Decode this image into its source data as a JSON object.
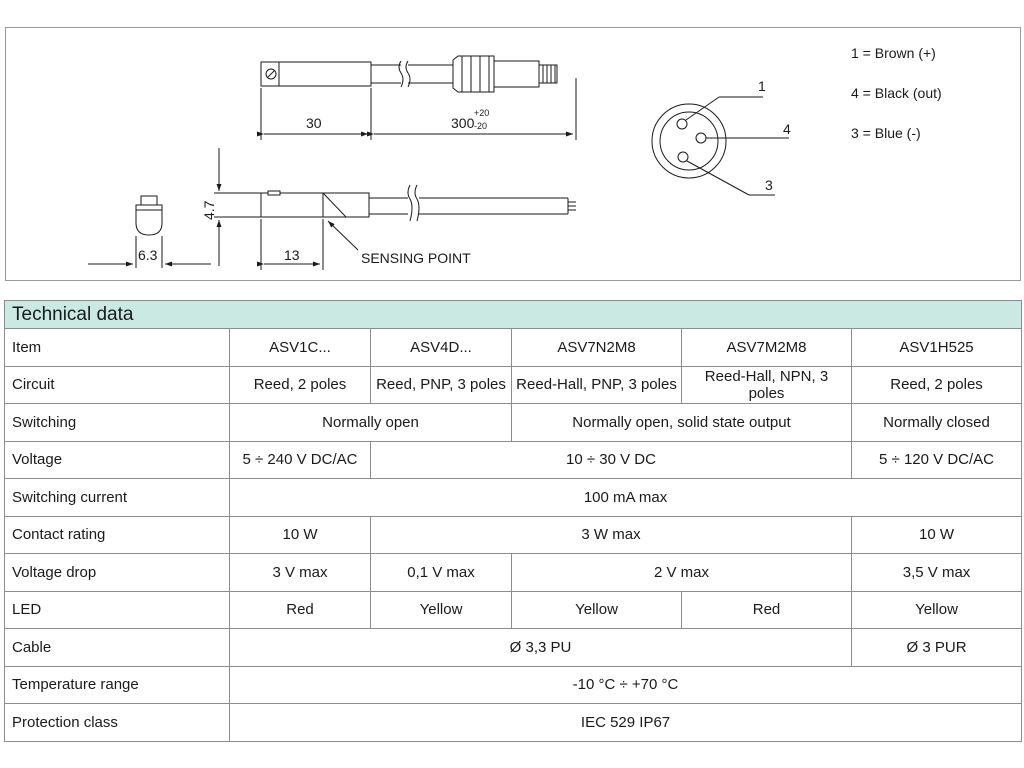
{
  "drawing": {
    "dim_length": "30",
    "dim_cable": "300",
    "dim_cable_tol_upper": "+20",
    "dim_cable_tol_lower": "-20",
    "dim_height": "4.7",
    "dim_width": "6.3",
    "dim_offset": "13",
    "sensing_point": "SENSING POINT",
    "pin_1": "1",
    "pin_4": "4",
    "pin_3": "3",
    "legend": [
      "1 = Brown (+)",
      "4 = Black (out)",
      "3 = Blue (-)"
    ]
  },
  "table": {
    "title": "Technical data",
    "rows": [
      {
        "label": "Item",
        "cells": [
          "ASV1C...",
          "ASV4D...",
          "ASV7N2M8",
          "ASV7M2M8",
          "ASV1H525"
        ]
      },
      {
        "label": "Circuit",
        "cells": [
          "Reed, 2 poles",
          "Reed, PNP, 3 poles",
          "Reed-Hall, PNP, 3 poles",
          "Reed-Hall, NPN, 3 poles",
          "Reed, 2 poles"
        ]
      },
      {
        "label": "Switching",
        "cells": [
          "Normally open",
          "Normally open, solid state output",
          "Normally closed"
        ]
      },
      {
        "label": "Voltage",
        "cells": [
          "5 ÷ 240 V DC/AC",
          "10 ÷ 30 V DC",
          "5 ÷ 120 V DC/AC"
        ]
      },
      {
        "label": "Switching current",
        "cells": [
          "100 mA max"
        ]
      },
      {
        "label": "Contact rating",
        "cells": [
          "10 W",
          "3 W max",
          "10 W"
        ]
      },
      {
        "label": "Voltage drop",
        "cells": [
          "3 V max",
          "0,1 V max",
          "2 V max",
          "3,5 V max"
        ]
      },
      {
        "label": "LED",
        "cells": [
          "Red",
          "Yellow",
          "Yellow",
          "Red",
          "Yellow"
        ]
      },
      {
        "label": "Cable",
        "cells": [
          "Ø 3,3 PU",
          "Ø 3 PUR"
        ]
      },
      {
        "label": "Temperature range",
        "cells": [
          "-10 °C ÷ +70 °C"
        ]
      },
      {
        "label": "Protection class",
        "cells": [
          "IEC 529  IP67"
        ]
      }
    ]
  }
}
